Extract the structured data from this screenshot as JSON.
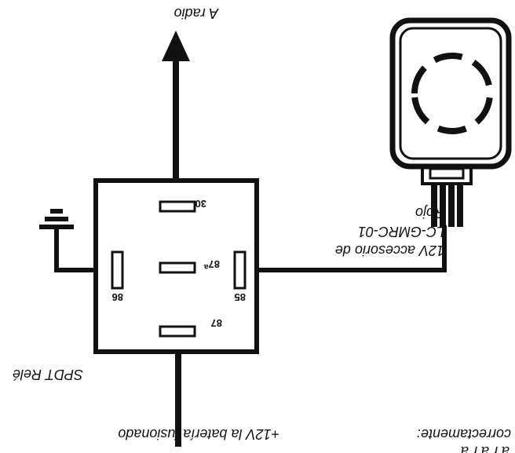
{
  "colors": {
    "line": "#111111",
    "background": "#ffffff"
  },
  "labels": {
    "radio": "A radio",
    "battery": "+12V la batería fusionado",
    "accessory_line1": "12V accesorio de",
    "accessory_line2": "LC-GMRC-01",
    "accessory_line3": "Rojo",
    "relay_name": "SPDT Relé",
    "note_line1": "relé correctamente:",
    "note_line2": "r a r a r a r a"
  },
  "pins": {
    "p30": "30",
    "p87a_num": "87",
    "p87a_sup": "a",
    "p87": "87",
    "p85": "85",
    "p86": "86"
  },
  "icons": [
    "ground-icon",
    "arrow-up-icon",
    "remote-module-icon"
  ]
}
